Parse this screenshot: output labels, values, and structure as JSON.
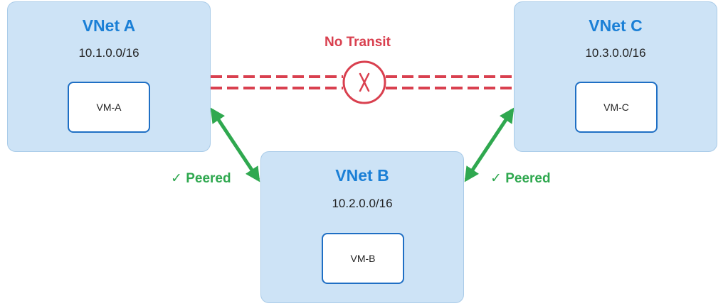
{
  "vnets": {
    "a": {
      "title": "VNet A",
      "cidr": "10.1.0.0/16",
      "vm": "VM-A"
    },
    "b": {
      "title": "VNet B",
      "cidr": "10.2.0.0/16",
      "vm": "VM-B"
    },
    "c": {
      "title": "VNet C",
      "cidr": "10.3.0.0/16",
      "vm": "VM-C"
    }
  },
  "links": {
    "no_transit": "No Transit",
    "peered_left": "✓ Peered",
    "peered_right": "✓ Peered"
  },
  "colors": {
    "vnet_fill": "#cde3f6",
    "vnet_title": "#1a7fd6",
    "vm_border": "#1f6fc4",
    "no_transit": "#d9404f",
    "peered": "#2fa84f"
  }
}
